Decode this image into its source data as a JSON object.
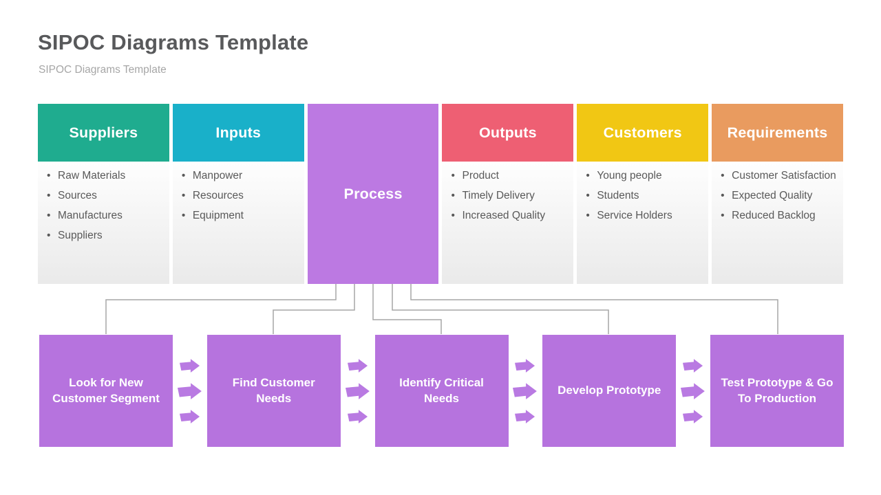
{
  "header": {
    "title": "SIPOC Diagrams Template",
    "subtitle": "SIPOC Diagrams Template"
  },
  "sipoc": {
    "bullet_char": "•",
    "columns": [
      {
        "id": "suppliers",
        "label": "Suppliers",
        "color": "#1fac8f",
        "items": [
          "Raw Materials",
          "Sources",
          "Manufactures",
          "Suppliers"
        ]
      },
      {
        "id": "inputs",
        "label": "Inputs",
        "color": "#19b0c9",
        "items": [
          "Manpower",
          "Resources",
          "Equipment"
        ]
      },
      {
        "id": "process",
        "label": "Process",
        "color": "#bc79e2",
        "items": []
      },
      {
        "id": "outputs",
        "label": "Outputs",
        "color": "#ee5f73",
        "items": [
          "Product",
          "Timely Delivery",
          "Increased Quality"
        ]
      },
      {
        "id": "customers",
        "label": "Customers",
        "color": "#f1c714",
        "items": [
          "Young people",
          "Students",
          "Service Holders"
        ]
      },
      {
        "id": "requirements",
        "label": "Requirements",
        "color": "#e99b5f",
        "items": [
          "Customer Satisfaction",
          "Expected Quality",
          "Reduced Backlog"
        ]
      }
    ]
  },
  "process_flow": {
    "step_color": "#b673de",
    "arrow_color": "#b97ae2",
    "arrow_icon": "triple-chevron-right-arrows",
    "steps": [
      {
        "label": "Look for New Customer Segment"
      },
      {
        "label": "Find Customer Needs"
      },
      {
        "label": "Identify Critical Needs"
      },
      {
        "label": "Develop Prototype"
      },
      {
        "label": "Test Prototype & Go To Production"
      }
    ]
  },
  "colors": {
    "background": "#ffffff",
    "title_text": "#58595b",
    "subtitle_text": "#a6a6a6",
    "list_text": "#595959",
    "connector_line": "#a6a6a6"
  }
}
